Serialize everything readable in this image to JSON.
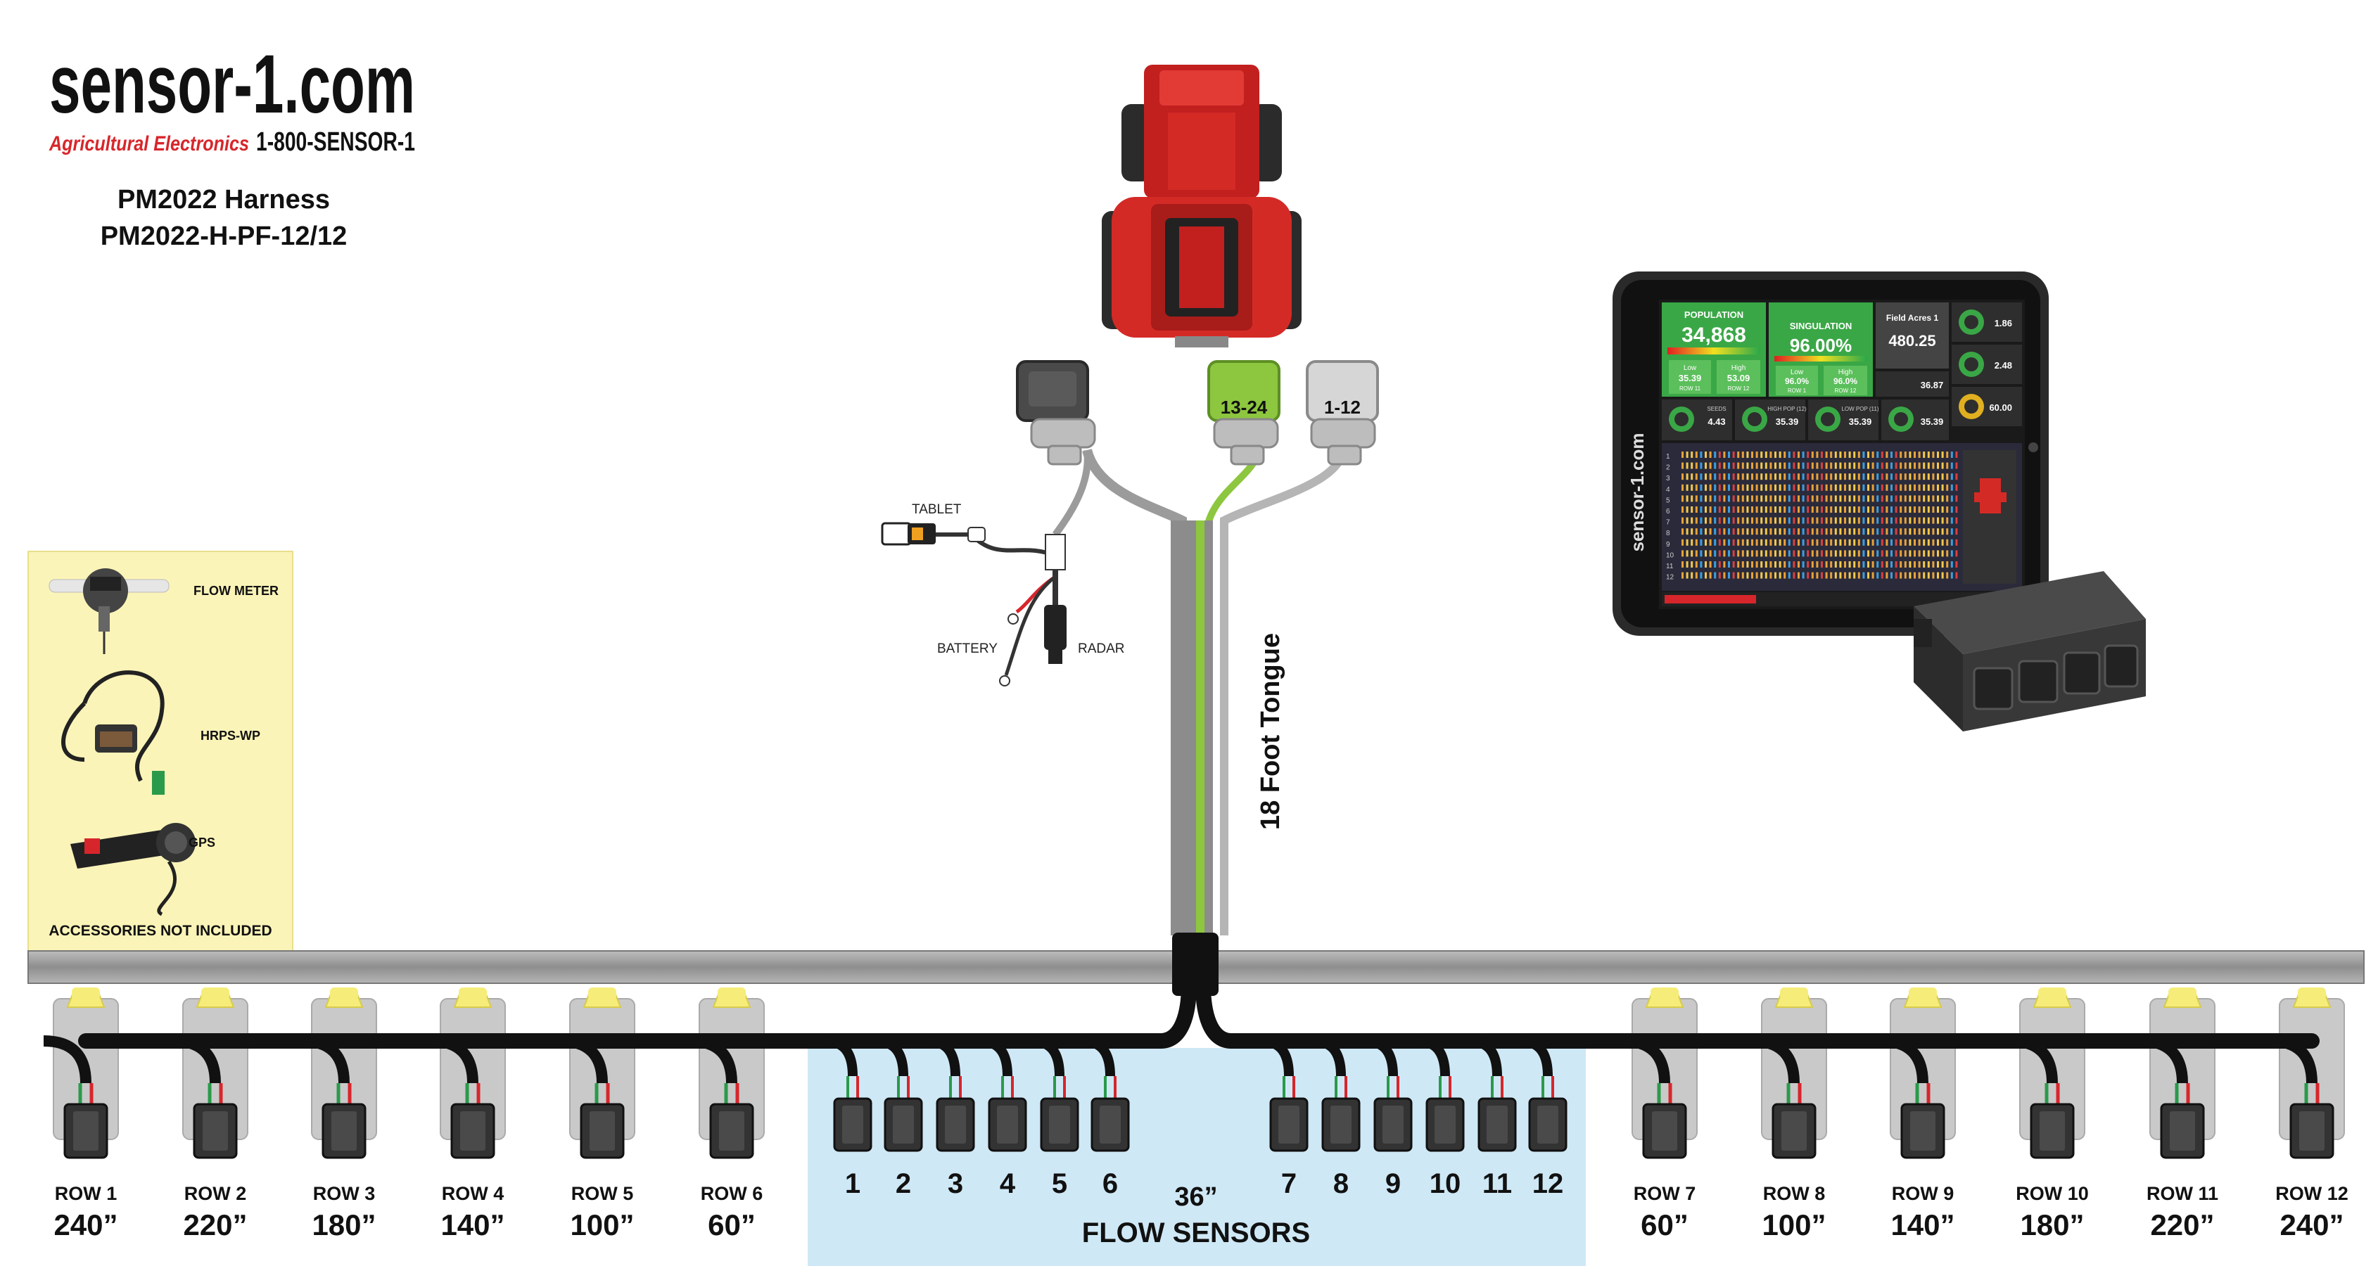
{
  "brand": {
    "logo_text": "sensor-1.com",
    "tagline": "Agricultural Electronics",
    "phone": "1-800-SENSOR-1"
  },
  "title": {
    "line1": "PM2022 Harness",
    "line2": "PM2022-H-PF-12/12"
  },
  "accessories": {
    "items": [
      "FLOW METER",
      "HRPS-WP",
      "GPS"
    ],
    "footer": "ACCESSORIES NOT INCLUDED"
  },
  "connectors": {
    "tablet": "TABLET",
    "battery": "BATTERY",
    "radar": "RADAR",
    "plug_green": "13-24",
    "plug_light": "1-12"
  },
  "tongue_label": "18 Foot Tongue",
  "tablet_screen": {
    "side_logo": "sensor-1.com",
    "population_label": "POPULATION",
    "population_value": "34,868",
    "pop_low_label": "Low",
    "pop_low_value": "35.39",
    "pop_low_row": "ROW 11",
    "pop_high_label": "High",
    "pop_high_value": "53.09",
    "pop_high_row": "ROW 12",
    "singulation_label": "SINGULATION",
    "singulation_value": "96.00%",
    "sing_low_label": "Low",
    "sing_low_value": "96.0%",
    "sing_low_row": "ROW 1",
    "sing_high_label": "High",
    "sing_high_value": "96.0%",
    "sing_high_row": "ROW 12",
    "acres_label": "Field Acres 1",
    "acres_value": "480.25",
    "g1_value": "1.86",
    "g2_value": "2.48",
    "g3_value": "60.00",
    "seeds_label": "SEEDS",
    "seeds_value": "4.43",
    "highpop_label": "HIGH POP (12)",
    "highpop_value": "35.39",
    "lowpop_label": "LOW POP (11)",
    "lowpop_value": "35.39",
    "mid_value": "36.87",
    "mid2_value": "35.39",
    "row_numbers": [
      "1",
      "2",
      "3",
      "4",
      "5",
      "6",
      "7",
      "8",
      "9",
      "10",
      "11",
      "12"
    ]
  },
  "rows_left": [
    {
      "label": "ROW 1",
      "dist": "240”"
    },
    {
      "label": "ROW 2",
      "dist": "220”"
    },
    {
      "label": "ROW 3",
      "dist": "180”"
    },
    {
      "label": "ROW 4",
      "dist": "140”"
    },
    {
      "label": "ROW 5",
      "dist": "100”"
    },
    {
      "label": "ROW 6",
      "dist": "60”"
    }
  ],
  "rows_right": [
    {
      "label": "ROW 7",
      "dist": "60”"
    },
    {
      "label": "ROW 8",
      "dist": "100”"
    },
    {
      "label": "ROW 9",
      "dist": "140”"
    },
    {
      "label": "ROW 10",
      "dist": "180”"
    },
    {
      "label": "ROW 11",
      "dist": "220”"
    },
    {
      "label": "ROW 12",
      "dist": "240”"
    }
  ],
  "flow_sensors": {
    "numbers": [
      "1",
      "2",
      "3",
      "4",
      "5",
      "6",
      "7",
      "8",
      "9",
      "10",
      "11",
      "12"
    ],
    "spacing": "36”",
    "label": "FLOW SENSORS"
  },
  "colors": {
    "brand_red": "#d7262b",
    "toolbar_gray": "#9a9a9a",
    "cable_black": "#111111",
    "cable_green": "#8dc63f",
    "flow_bg": "#cfe8f6",
    "accessory_bg": "#fbf4b8",
    "sensor_yellow": "#f6ec7a",
    "tractor_red": "#d42a26",
    "screen_green": "#3aa746"
  }
}
